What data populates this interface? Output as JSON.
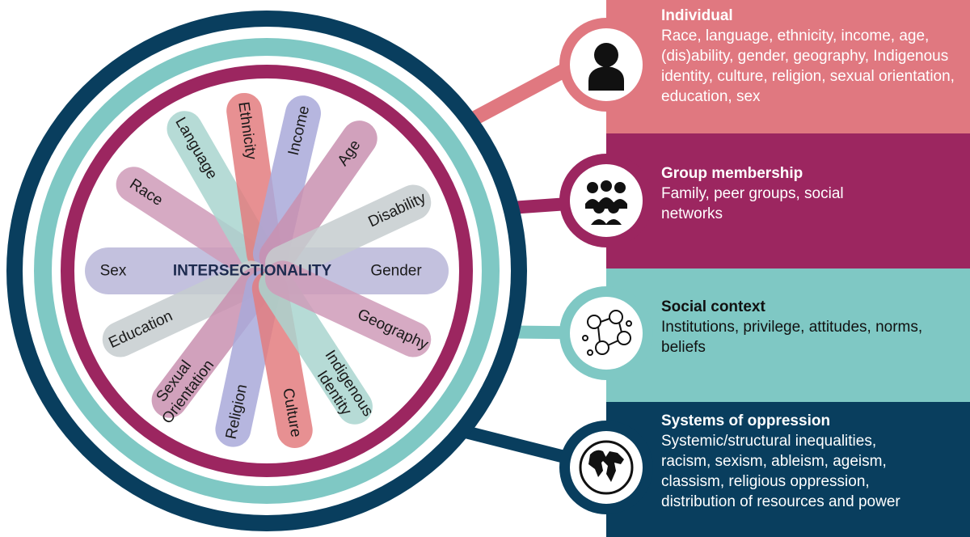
{
  "center_label": "INTERSECTIONALITY",
  "petals": [
    {
      "label": "Sex",
      "label2": "",
      "color": "#b8b6d8"
    },
    {
      "label": "Gender",
      "label2": "",
      "color": "#b8b6d8"
    },
    {
      "label": "Race",
      "label2": "",
      "color": "#cf9bb8"
    },
    {
      "label": "Language",
      "label2": "",
      "color": "#a9d5cf"
    },
    {
      "label": "Ethnicity",
      "label2": "",
      "color": "#e37d7f"
    },
    {
      "label": "Income",
      "label2": "",
      "color": "#a9a9d9"
    },
    {
      "label": "Age",
      "label2": "",
      "color": "#c990b0"
    },
    {
      "label": "Disability",
      "label2": "",
      "color": "#c6cdcf"
    },
    {
      "label": "Education",
      "label2": "",
      "color": "#c6cdcf"
    },
    {
      "label": "Sexual",
      "label2": "Orientation",
      "color": "#c990b0"
    },
    {
      "label": "Religion",
      "label2": "",
      "color": "#a9a9d9"
    },
    {
      "label": "Culture",
      "label2": "",
      "color": "#e37d7f"
    },
    {
      "label": "Indigenous",
      "label2": "Identity",
      "color": "#a9d5cf"
    },
    {
      "label": "Geography",
      "label2": "",
      "color": "#cf9bb8"
    }
  ],
  "panels": [
    {
      "title": "Individual",
      "body": "Race, language, ethnicity, income, age, (dis)ability, gender, geography, Indigenous identity, culture, religion, sexual orientation, education, sex",
      "color": "#e07880",
      "icon": "person-icon"
    },
    {
      "title": "Group membership",
      "body": "Family, peer groups, social networks",
      "color": "#9c2660",
      "icon": "group-icon"
    },
    {
      "title": "Social context",
      "body": "Institutions, privilege, attitudes, norms, beliefs",
      "color": "#7fc8c4",
      "icon": "network-icon"
    },
    {
      "title": "Systems of oppression",
      "body": "Systemic/structural inequalities, racism, sexism, ableism, ageism, classism, religious oppression, distribution of resources and power",
      "color": "#093e5e",
      "icon": "globe-icon"
    }
  ]
}
